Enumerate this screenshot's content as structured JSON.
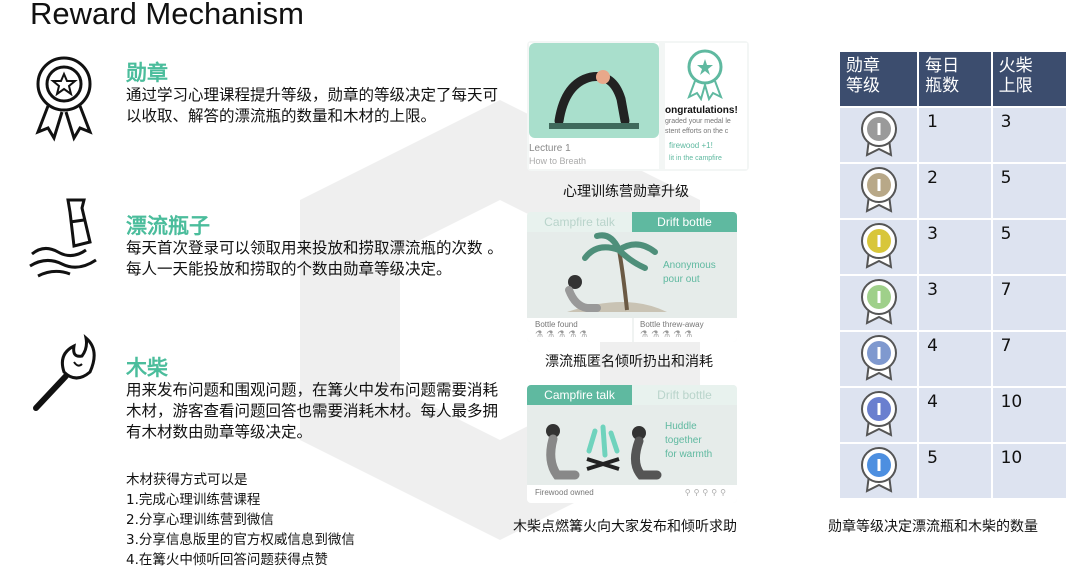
{
  "title": "Reward Mechanism",
  "features": [
    {
      "title": "勋章",
      "icon": "medal-icon",
      "desc": "通过学习心理课程提升等级，勋章的等级决定了每天可以收取、解答的漂流瓶的数量和木材的上限。"
    },
    {
      "title": "漂流瓶子",
      "icon": "drift-bottle-icon",
      "desc": "每天首次登录可以领取用来投放和捞取漂流瓶的次数 。每人一天能投放和捞取的个数由勋章等级决定。"
    },
    {
      "title": "木柴",
      "icon": "match-icon",
      "desc": "用来发布问题和围观问题，在篝火中发布问题需要消耗木材，游客查看问题回答也需要消耗木材。每人最多拥有木材数由勋章等级决定。"
    }
  ],
  "wood_ways": {
    "heading": "木材获得方式可以是",
    "items": [
      "1.完成心理训练营课程",
      "2.分享心理训练营到微信",
      "3.分享信息版里的官方权威信息到微信",
      "4.在篝火中倾听回答问题获得点赞"
    ]
  },
  "screens": [
    {
      "caption": "心理训练营勋章升级",
      "lecture": "Lecture 1",
      "lecture_sub": "How to Breath",
      "congrats": "ongratulations!",
      "congrats_line1": "graded your medal le",
      "congrats_line2": "stent efforts on the c",
      "reward": "firewood +1!",
      "reward_sub": "lit in the campfire"
    },
    {
      "caption": "漂流瓶匿名倾听扔出和消耗",
      "tab_left": "Campfire talk",
      "tab_right": "Drift bottle",
      "prompt_line1": "Anonymous",
      "prompt_line2": "pour out",
      "stat_left": "Bottle found",
      "stat_right": "Bottle threw-away"
    },
    {
      "caption": "木柴点燃篝火向大家发布和倾听求助",
      "tab_left": "Campfire talk",
      "tab_right": "Drift bottle",
      "prompt_line1": "Huddle",
      "prompt_line2": "together",
      "prompt_line3": "for warmth",
      "stat_left": "Firewood owned"
    }
  ],
  "level_table": {
    "headers": [
      "勋章等级",
      "每日瓶数",
      "火柴上限"
    ],
    "rows": [
      {
        "bottles": "1",
        "matches": "3",
        "medal_color": "#9a9a9a"
      },
      {
        "bottles": "2",
        "matches": "5",
        "medal_color": "#b8a888"
      },
      {
        "bottles": "3",
        "matches": "5",
        "medal_color": "#d8c63a"
      },
      {
        "bottles": "3",
        "matches": "7",
        "medal_color": "#9fd08a"
      },
      {
        "bottles": "4",
        "matches": "7",
        "medal_color": "#7f99cf"
      },
      {
        "bottles": "4",
        "matches": "10",
        "medal_color": "#6a7fcf"
      },
      {
        "bottles": "5",
        "matches": "10",
        "medal_color": "#4d8fe0"
      }
    ],
    "caption": "勋章等级决定漂流瓶和木柴的数量"
  },
  "colors": {
    "accent": "#4bbd9c",
    "table_header": "#3c4d6e",
    "table_cell": "#dde3f0",
    "screen_green": "#5fb9a0"
  }
}
